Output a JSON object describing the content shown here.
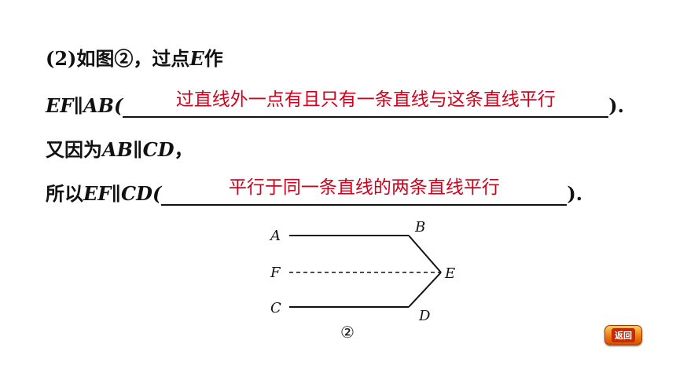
{
  "problem": {
    "line1_prefix": "(2)如图②，过点",
    "line1_point": "E",
    "line1_suffix": "作",
    "line2_stmt": "EF∥AB(",
    "line2_answer": "过直线外一点有且只有一条直线与这条直线平行",
    "line2_end": ").",
    "line3_prefix": "又因为",
    "line3_stmt": "AB∥CD",
    "line3_end": "，",
    "line4_prefix": "所以",
    "line4_stmt": "EF∥CD(",
    "line4_answer": "平行于同一条直线的两条直线平行",
    "line4_end": ")."
  },
  "figure": {
    "points": {
      "A": "A",
      "B": "B",
      "C": "C",
      "D": "D",
      "E": "E",
      "F": "F"
    },
    "caption": "②"
  },
  "nav": {
    "back_label": "返回"
  },
  "colors": {
    "answer": "#d0021b",
    "text": "#111111",
    "button": "#f07a12"
  }
}
